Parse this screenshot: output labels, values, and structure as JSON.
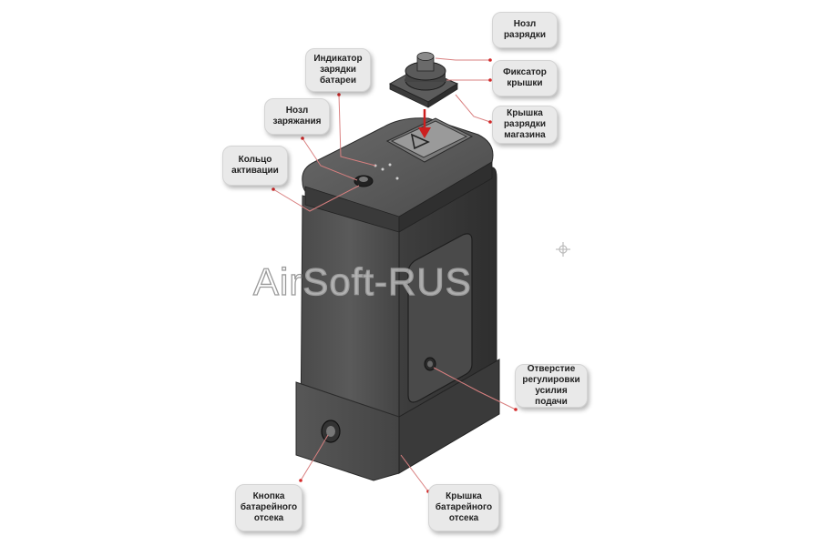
{
  "labels": {
    "discharge_nozzle": "Нозл\nразрядки",
    "cap_lock": "Фиксатор\nкрышки",
    "discharge_cover": "Крышка\nразрядки\nмагазина",
    "charge_indicator": "Индикатор\nзарядки\nбатареи",
    "charge_nozzle": "Нозл\nзаряжания",
    "activation_ring": "Кольцо\nактивации",
    "feed_adjust_hole": "Отверстие\nрегулировки\nусилия подачи",
    "battery_button": "Кнопка\nбатарейного\nотсека",
    "battery_cover": "Крышка\nбатарейного\nотсека"
  },
  "watermark": "AirSoft-RUS",
  "colors": {
    "callout_bg": "#e9e9e9",
    "leader_line": "#d42a2a",
    "body_dark": "#3b3b3b",
    "body_mid": "#555555",
    "arrow": "#cc1f1f"
  }
}
